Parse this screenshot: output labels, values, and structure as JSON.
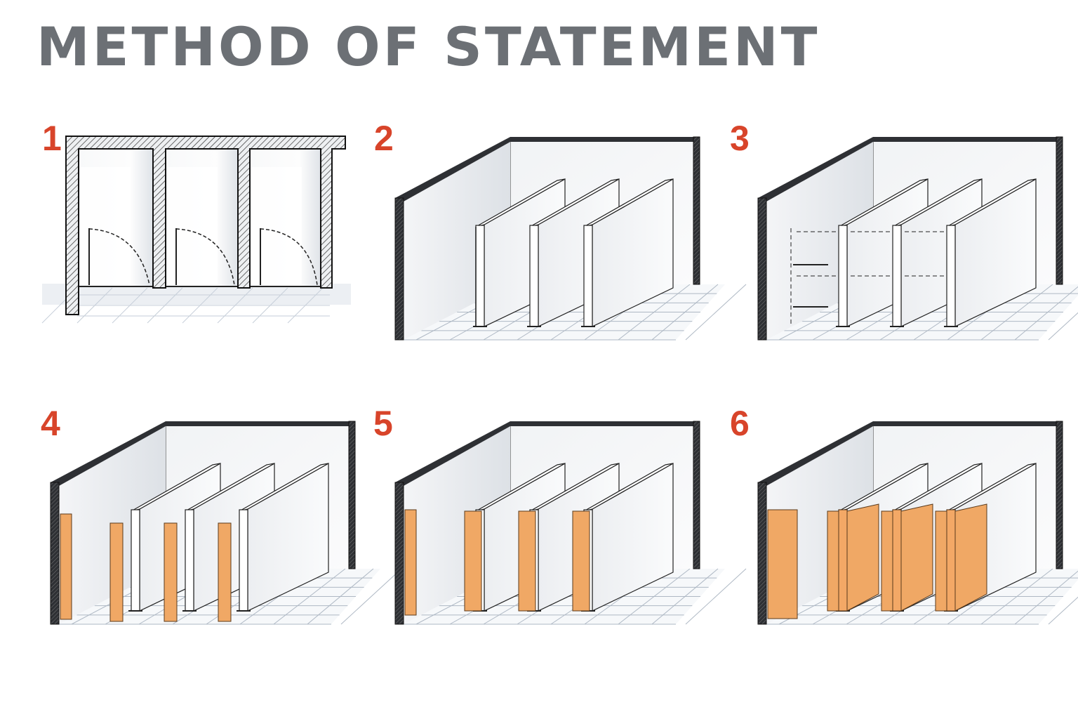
{
  "title": "METHOD OF STATEMENT",
  "steps": [
    {
      "number": "1"
    },
    {
      "number": "2"
    },
    {
      "number": "3"
    },
    {
      "number": "4"
    },
    {
      "number": "5"
    },
    {
      "number": "6"
    }
  ],
  "colors": {
    "accent": "#d8442a",
    "title": "#6c7075",
    "door": "#f0a865",
    "wall_edge": "#2e3034"
  }
}
